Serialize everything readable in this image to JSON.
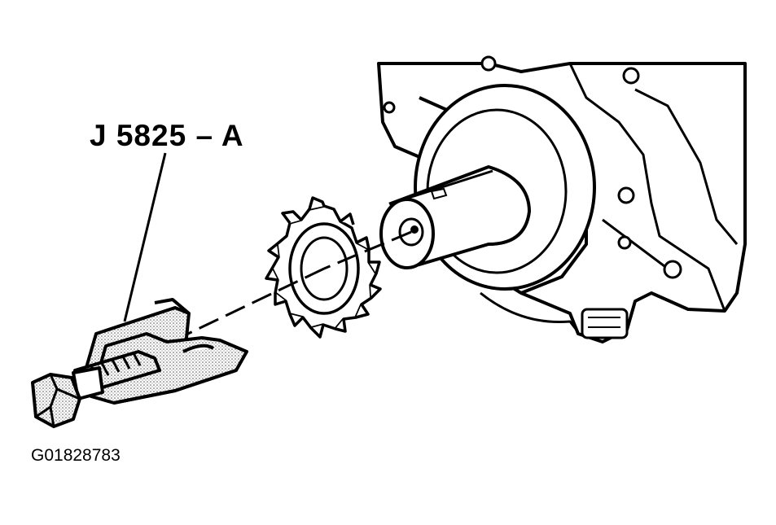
{
  "callout": {
    "tool_number": "J 5825 – A"
  },
  "figure": {
    "id": "G01828783"
  },
  "colors": {
    "line": "#000000",
    "shade": "#c8c8c8",
    "background": "#ffffff"
  },
  "parts": [
    "engine-block",
    "crankshaft-snout",
    "crankshaft-sprocket",
    "sprocket-remover-tool",
    "forcing-bolt"
  ]
}
